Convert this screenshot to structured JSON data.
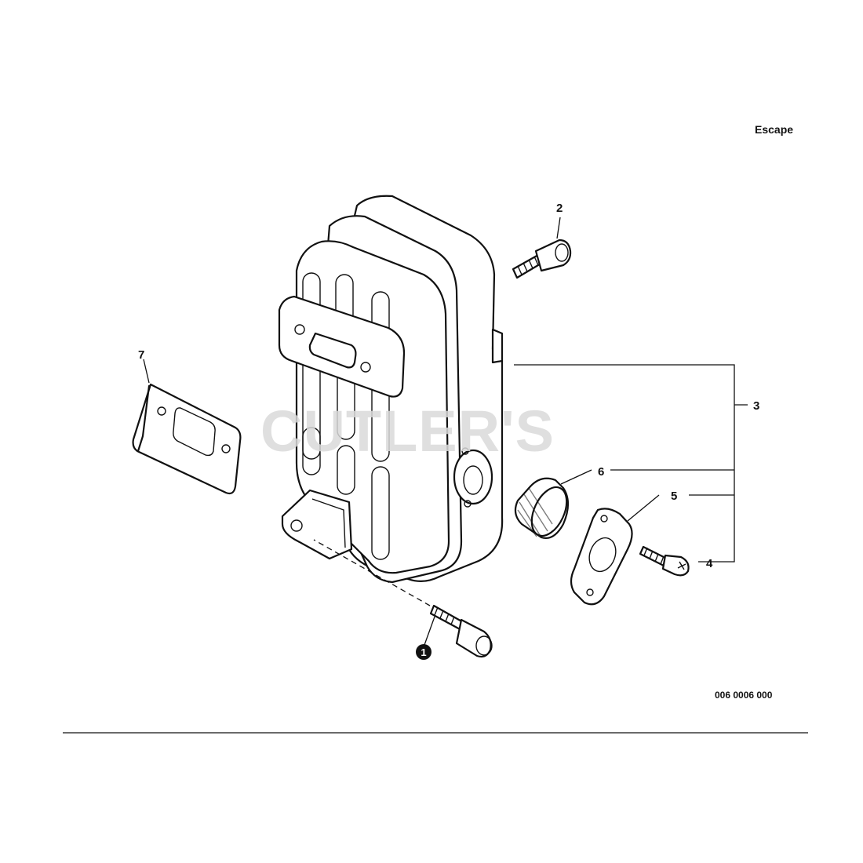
{
  "header": {
    "section_title": "Escape"
  },
  "watermark": {
    "text": "CUTLER'S"
  },
  "callouts": {
    "c1": "1",
    "c2": "2",
    "c3": "3",
    "c4": "4",
    "c5": "5",
    "c6": "6",
    "c7": "7"
  },
  "footer": {
    "drawing_number": "006 0006 000"
  },
  "colors": {
    "line": "#111111",
    "watermark": "#d9d9d9",
    "background": "#ffffff"
  },
  "icons": {
    "muffler": "muffler-icon",
    "bolt": "bolt-icon",
    "gasket": "gasket-icon",
    "screen": "spark-arrestor-screen-icon",
    "cover": "exhaust-cover-plate-icon"
  }
}
